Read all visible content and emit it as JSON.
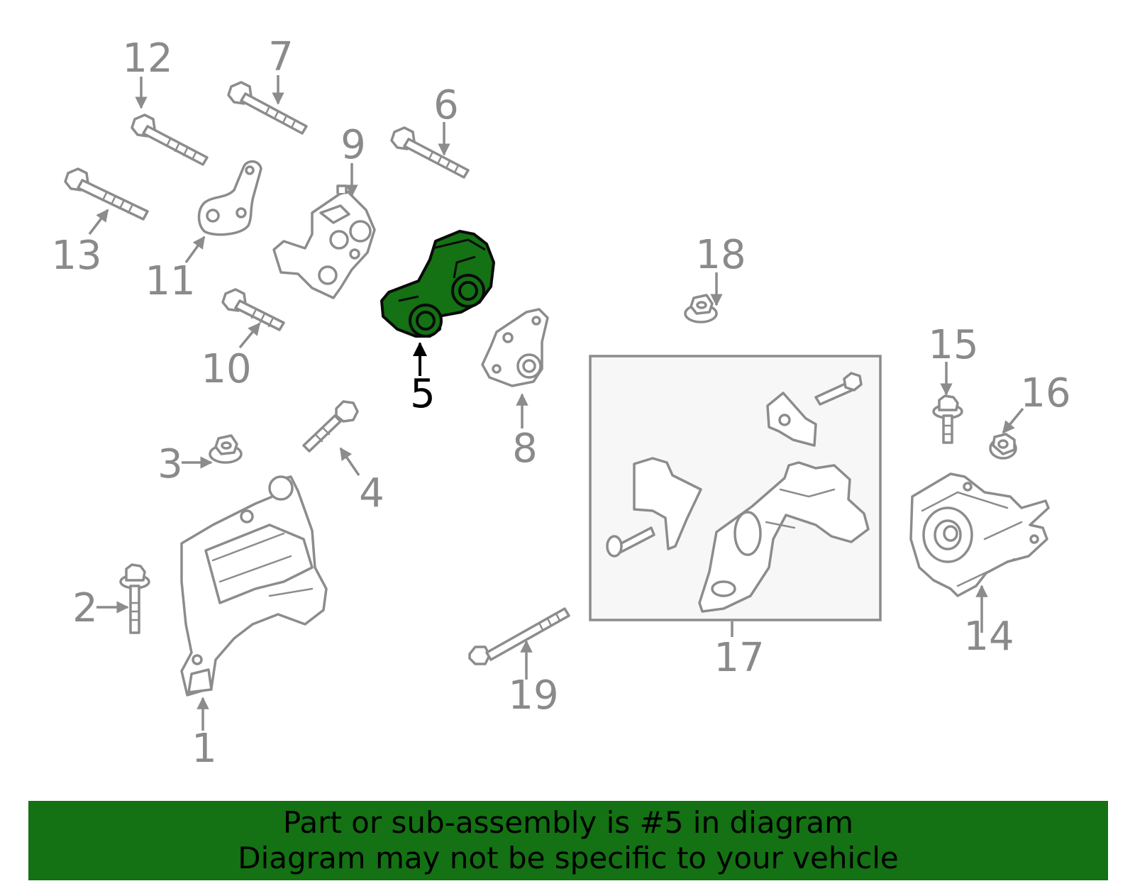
{
  "diagram": {
    "selected_part": "5",
    "callouts": {
      "c1": "1",
      "c2": "2",
      "c3": "3",
      "c4": "4",
      "c5": "5",
      "c6": "6",
      "c7": "7",
      "c8": "8",
      "c9": "9",
      "c10": "10",
      "c11": "11",
      "c12": "12",
      "c13": "13",
      "c14": "14",
      "c15": "15",
      "c16": "16",
      "c17": "17",
      "c18": "18",
      "c19": "19"
    },
    "highlight_color": "#147114",
    "line_color": "#8c8c8c"
  },
  "banner": {
    "line1": "Part or sub-assembly is #5 in diagram",
    "line2": "Diagram may not be specific to your vehicle",
    "background": "#147114"
  }
}
